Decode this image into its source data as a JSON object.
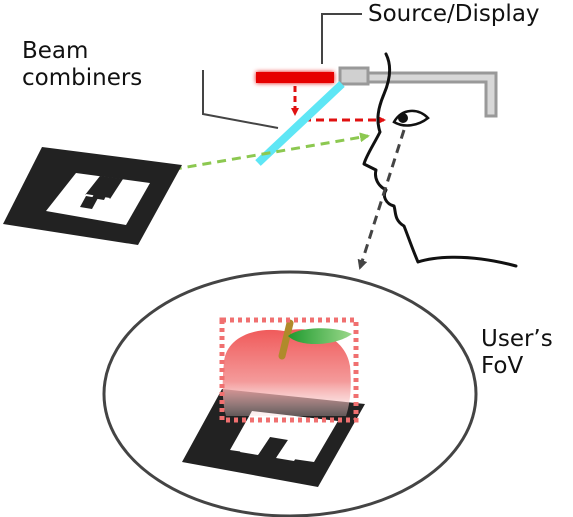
{
  "labels": {
    "source_display": "Source/Display",
    "beam_line1": "Beam",
    "beam_line2": "combiners",
    "fov_line1": "User’s",
    "fov_line2": "FoV"
  },
  "colors": {
    "display_bar": "#e60000",
    "combiner": "#5ee6f5",
    "light_path": "#e01010",
    "see_through_path": "#8cc850",
    "view_arrow": "#444444",
    "frame_gray": "#999999",
    "marker_dark": "#222222",
    "apple": "#f06a6a",
    "leaf": "#3aaa3a",
    "stem": "#b08a2a",
    "fov_ellipse": "#444444",
    "ar_box": "#f07070"
  },
  "icons": {
    "eye": "eye-icon",
    "face": "face-profile",
    "marker": "fiducial-marker",
    "virtual_object": "apple-icon"
  }
}
